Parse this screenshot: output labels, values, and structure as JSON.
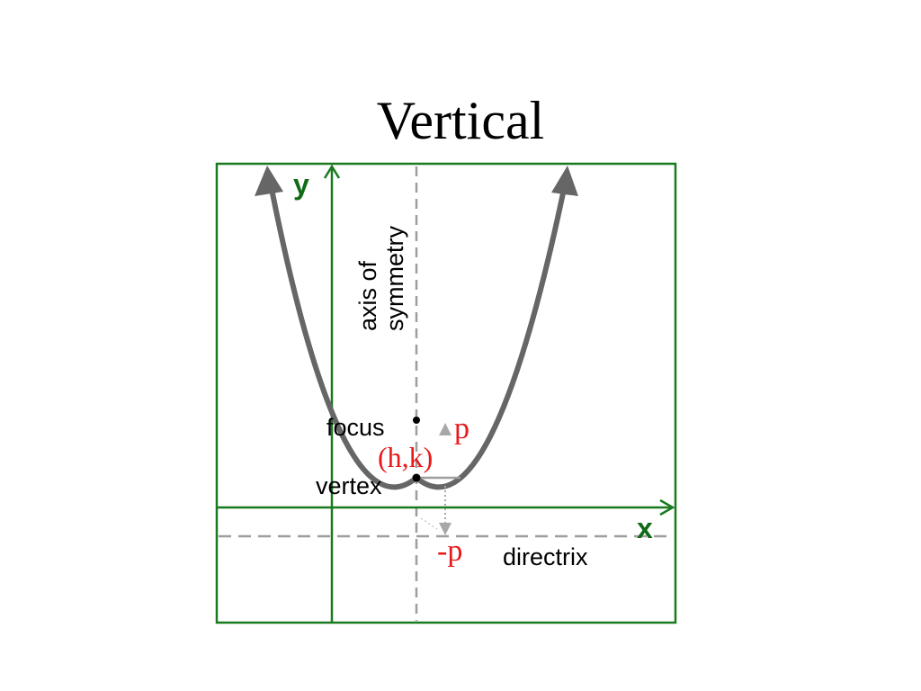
{
  "slide": {
    "title": "Vertical"
  },
  "diagram": {
    "labels": {
      "y_axis": "y",
      "x_axis": "x",
      "axis_of_symmetry_line1": "axis of",
      "axis_of_symmetry_line2": "symmetry",
      "focus": "focus",
      "vertex": "vertex",
      "vertex_coords": "(h,k)",
      "p": "p",
      "neg_p": "-p",
      "directrix": "directrix"
    },
    "colors": {
      "frame": "#1a7a1f",
      "axes": "#1a7a1f",
      "axis_labels": "#0f6b16",
      "parabola": "#666666",
      "dashed_lines": "#9e9e9e",
      "red_labels": "#e8191b",
      "points": "#000000"
    },
    "icons": {
      "parabola_arrows": "arrowhead-up",
      "p_marker": "triangle-up",
      "neg_p_marker": "triangle-down"
    }
  }
}
